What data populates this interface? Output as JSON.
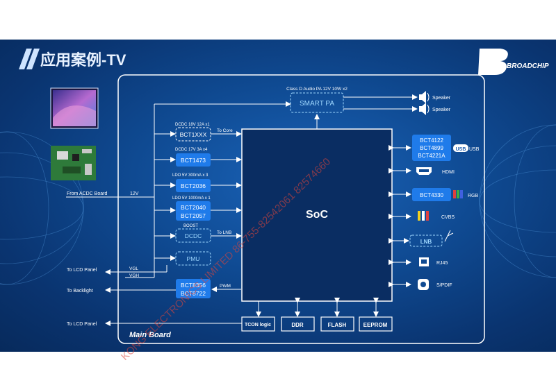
{
  "slide": {
    "title": "应用案例-TV",
    "logo_text": "BROADCHIP",
    "watermark": "KONG ELECTRONICS LIMITED  86-755-82542061  82574660"
  },
  "board": {
    "label": "Main Board",
    "soc": "SoC",
    "smart_pa": "SMART PA",
    "smart_pa_caption": "Class D Audio PA  12V 10W x2",
    "speaker_1": "Speaker",
    "speaker_2": "Speaker"
  },
  "power": {
    "input": "From ACDC Board",
    "input_voltage": "12V",
    "bct1xxx_caption": "DCDC 18V 12A x1",
    "bct1xxx": "BCT1XXX",
    "bct1xxx_target": "To Core",
    "bct1473_caption": "DCDC 17V 3A x4",
    "bct1473": "BCT1473",
    "bct2036_caption": "LDO 5V 300mA x 3",
    "bct2036": "BCT2036",
    "bct2040_caption": "LDO 5V 1000mA x 1",
    "bct2040": "BCT2040",
    "bct2057": "BCT2057",
    "boost_caption": "BOOST",
    "dcdc": "DCDC",
    "dcdc_target": "To LNB",
    "pmu": "PMU",
    "vgl": "VGL",
    "vgh": "VGH",
    "to_lcd_1": "To LCD Panel",
    "to_backlight": "To Backlight",
    "bct8356": "BCT8356",
    "bct8722": "BCT8722",
    "pwm": "PWM",
    "to_lcd_2": "To LCD Panel"
  },
  "bottom_blocks": [
    "TCON logic",
    "DDR",
    "FLASH",
    "EEPROM"
  ],
  "interfaces": {
    "usb_chips": [
      "BCT4122",
      "BCT4899",
      "BCT4221A"
    ],
    "usb_badge": "USB",
    "usb": "USB",
    "hdmi": "HDMI",
    "rgb_chip": "BCT4330",
    "rgb": "RGB",
    "cvbs": "CVBS",
    "lnb": "LNB",
    "rj45": "RJ45",
    "spdif": "S/PDIF"
  },
  "colors": {
    "chip_blue": "#1f7bea",
    "line_white": "#ffffff",
    "dashed_cyan": "#9fd8ff",
    "slide_blue": "#0f4a92"
  }
}
